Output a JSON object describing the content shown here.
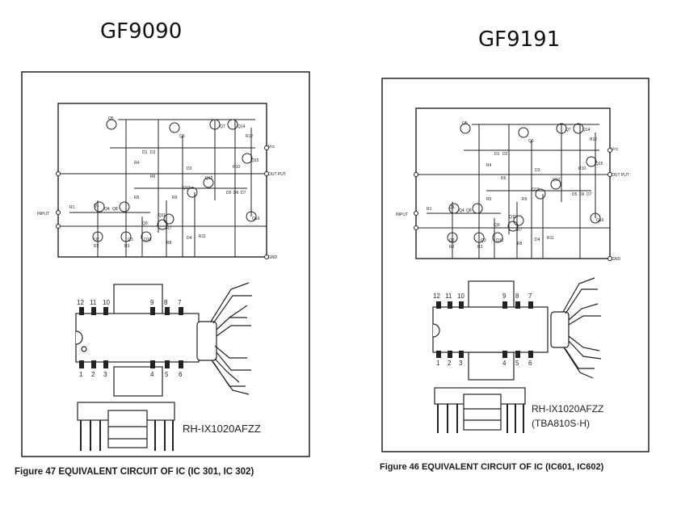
{
  "left": {
    "heading": "GF9090",
    "circuit": {
      "labels": [
        "Q5",
        "Q6",
        "Q7",
        "Q14",
        "Vcc",
        "Q15",
        "OUT PUT",
        "R1",
        "Q1",
        "Q4",
        "Q8",
        "Q2",
        "Q3",
        "Q9",
        "Q10",
        "Q11",
        "Q12",
        "Q13",
        "Q16",
        "D1",
        "D2",
        "D3",
        "D4",
        "D5",
        "D6",
        "D7",
        "R2",
        "R3",
        "R4",
        "R5",
        "R6",
        "R7",
        "R8",
        "R9",
        "R10",
        "R11",
        "R12",
        "INPUT",
        "GND"
      ]
    },
    "pins_top": [
      "12",
      "11",
      "10",
      "9",
      "8",
      "7"
    ],
    "pins_bottom": [
      "1",
      "2",
      "3",
      "4",
      "5",
      "6"
    ],
    "part_number": "RH-IX1020AFZZ",
    "caption": "Figure 47  EQUIVALENT CIRCUIT OF IC (IC 301, IC 302)"
  },
  "right": {
    "heading": "GF9191",
    "circuit": {
      "labels": [
        "Q5",
        "Q6",
        "Q7",
        "Q14",
        "Vcc",
        "Q15",
        "OUT PUT",
        "R1",
        "Q1",
        "Q4",
        "Q8",
        "Q2",
        "Q3",
        "Q9",
        "Q10",
        "Q11",
        "Q12",
        "Q13",
        "Q16",
        "D1",
        "D2",
        "D3",
        "D4",
        "D5",
        "D6",
        "D7",
        "R2",
        "R3",
        "R4",
        "R5",
        "R6",
        "R7",
        "R8",
        "R9",
        "R10",
        "R11",
        "R12",
        "INPUT",
        "GND"
      ]
    },
    "pins_top": [
      "12",
      "11",
      "10",
      "9",
      "8",
      "7"
    ],
    "pins_bottom": [
      "1",
      "2",
      "3",
      "4",
      "5",
      "6"
    ],
    "part_number": "RH-IX1020AFZZ",
    "part_number_alt": "(TBA810S·H)",
    "caption": "Figure 46  EQUIVALENT CIRCUIT OF IC (IC601, IC602)"
  },
  "colors": {
    "ink": "#1a1a1a",
    "paper": "#ffffff"
  }
}
